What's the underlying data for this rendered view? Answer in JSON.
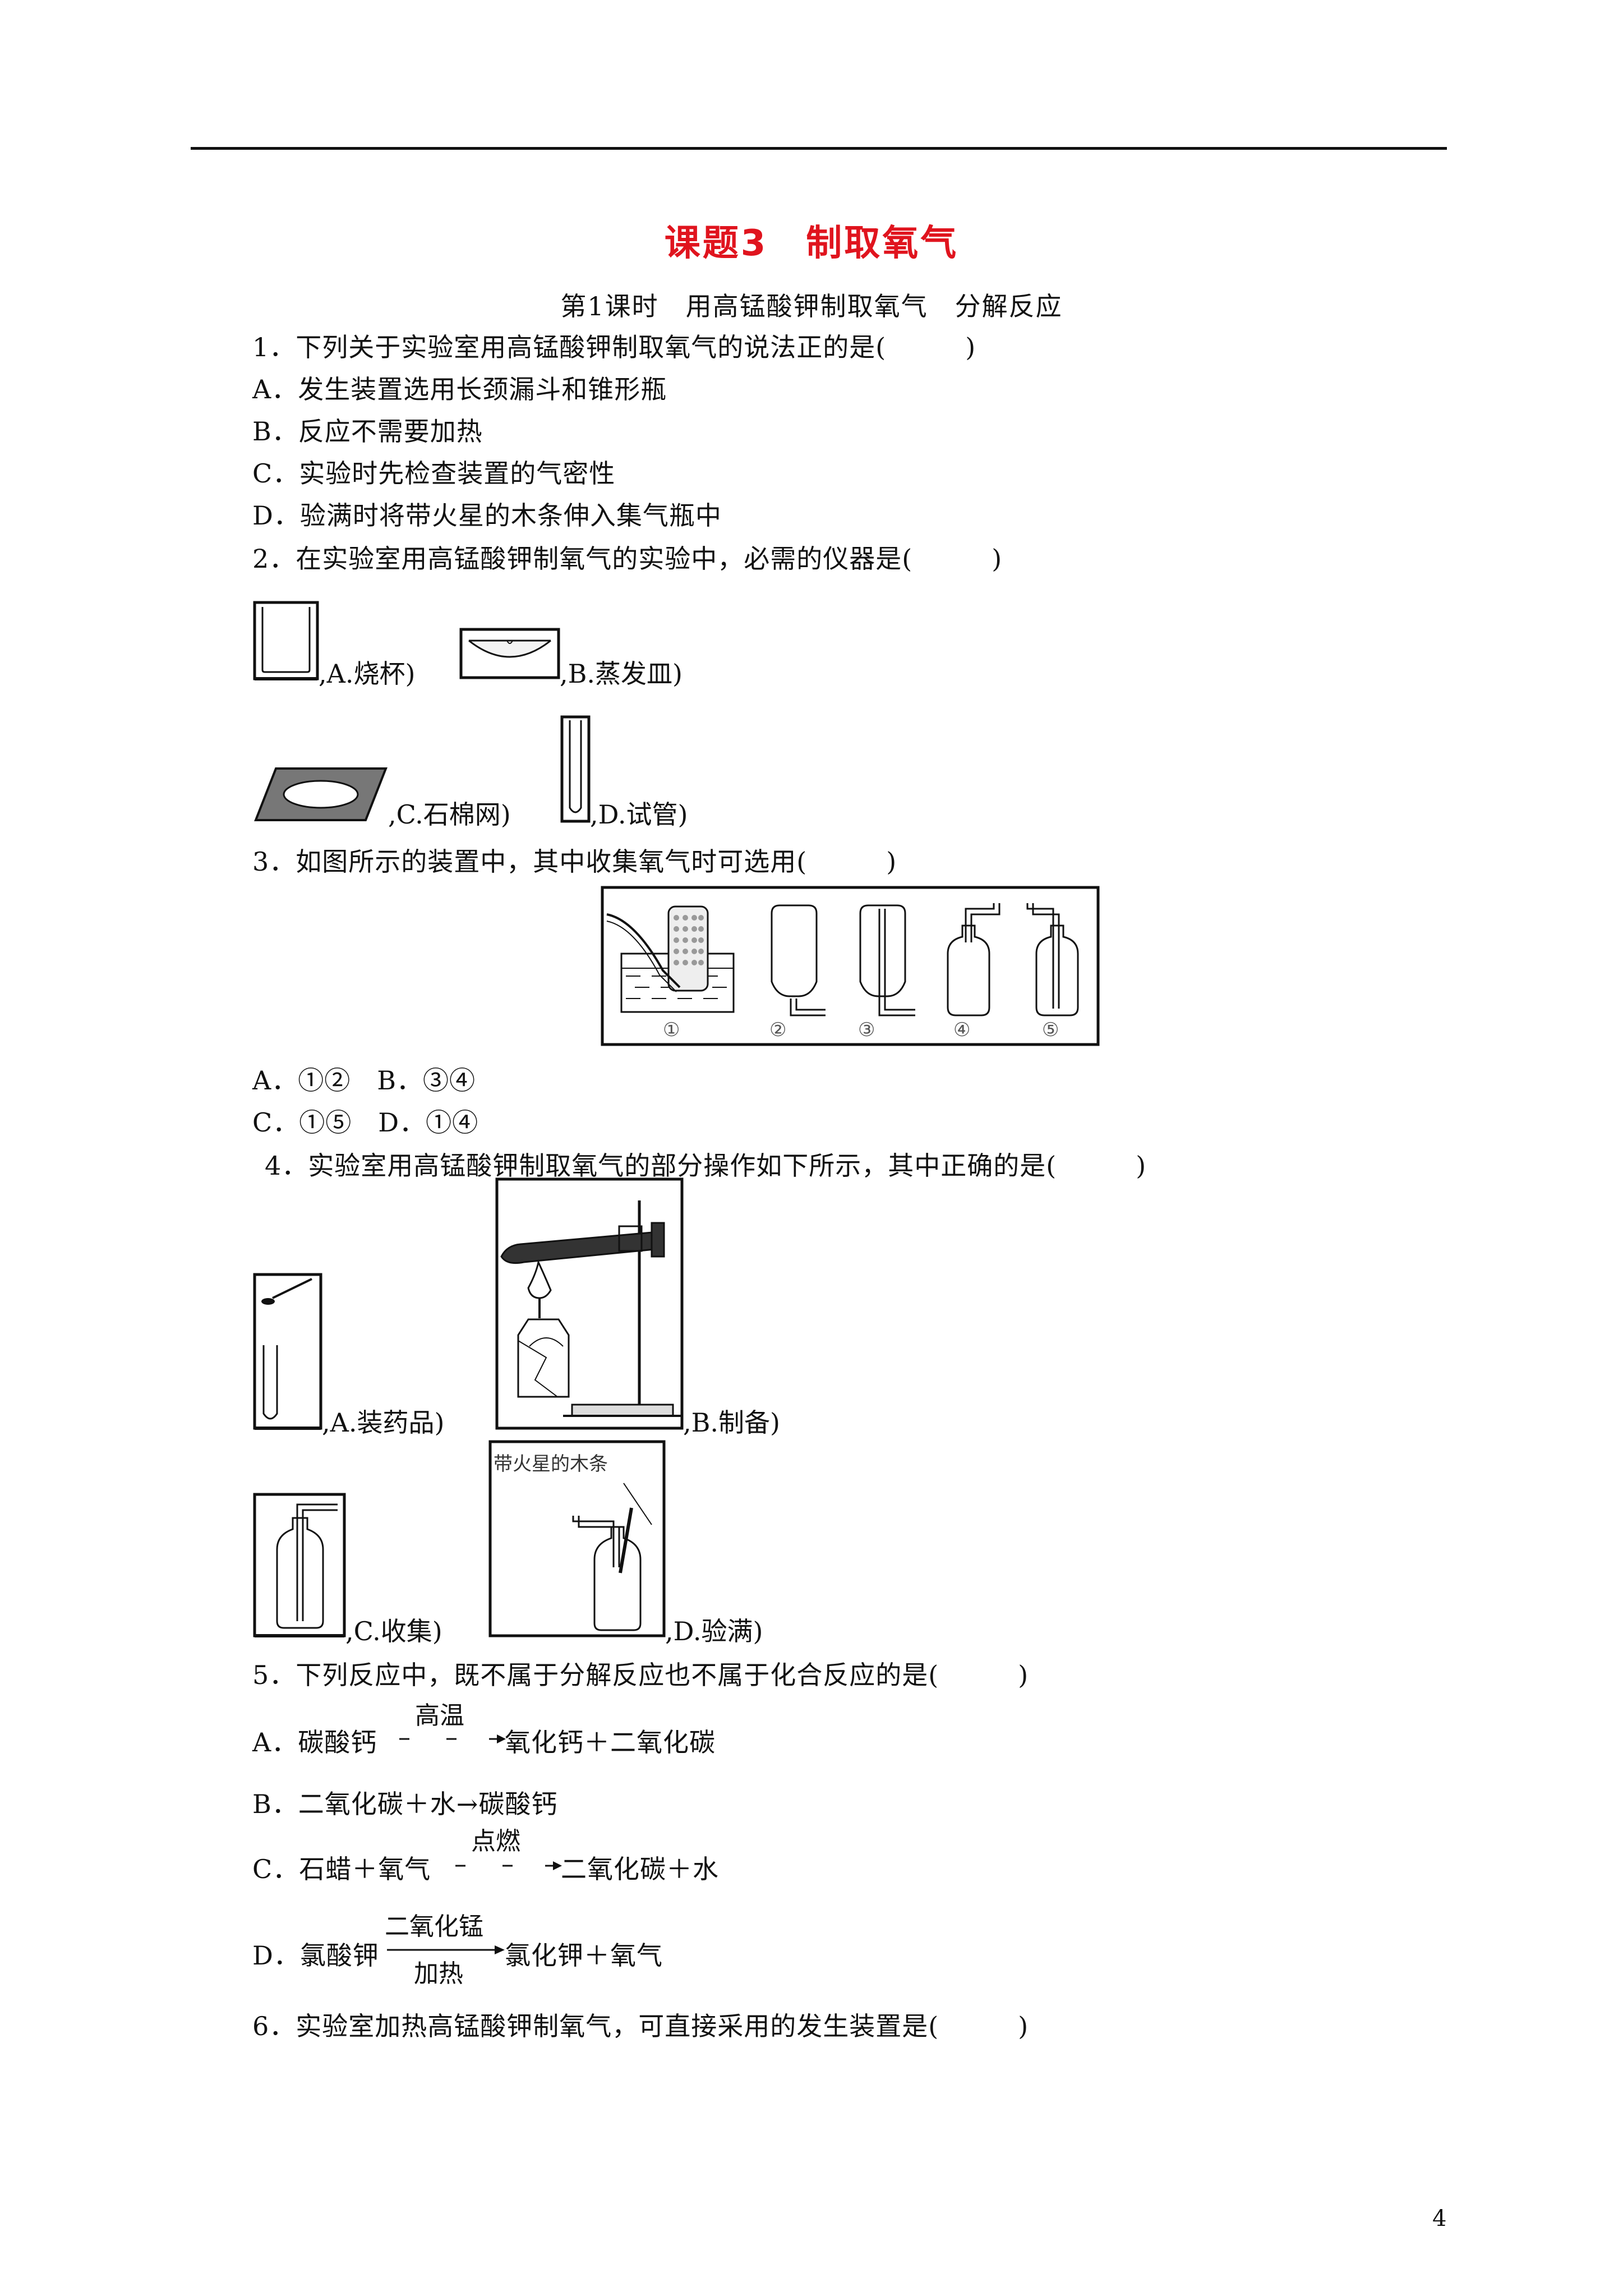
{
  "header": {
    "title": "课题3　制取氧气",
    "subtitle": "第1课时　用高锰酸钾制取氧气　分解反应"
  },
  "q1": {
    "stem": "1．下列关于实验室用高锰酸钾制取氧气的说法正的是(　　　)",
    "a": "A．发生装置选用长颈漏斗和锥形瓶",
    "b": "B．反应不需要加热",
    "c": "C．实验时先检查装置的气密性",
    "d": "D．验满时将带火星的木条伸入集气瓶中"
  },
  "q2": {
    "stem": "2．在实验室用高锰酸钾制氧气的实验中，必需的仪器是(　　　)",
    "a": ",A.烧杯)",
    "b": ",B.蒸发皿)",
    "c": ",C.石棉网)",
    "d": ",D.试管)"
  },
  "q3": {
    "stem": "3．如图所示的装置中，其中收集氧气时可选用(　　　)",
    "labels": [
      "①",
      "②",
      "③",
      "④",
      "⑤"
    ],
    "ab": "A．①②　B．③④",
    "cd": "C．①⑤　D．①④"
  },
  "q4": {
    "stem": "4．实验室用高锰酸钾制取氧气的部分操作如下所示，其中正确的是(　　　)",
    "a": ",A.装药品)",
    "b": ",B.制备)",
    "c": ",C.收集)",
    "d": ",D.验满)",
    "d_label": "带火星的木条"
  },
  "q5": {
    "stem": "5．下列反应中，既不属于分解反应也不属于化合反应的是(　　　)",
    "a_left": "A．碳酸钙",
    "a_cond": "高温",
    "a_right": "氧化钙＋二氧化碳",
    "b": "B．二氧化碳＋水→碳酸钙",
    "c_left": "C．石蜡＋氧气",
    "c_cond": "点燃",
    "c_right": "二氧化碳＋水",
    "d_left": "D．氯酸钾",
    "d_cond_top": "二氧化锰",
    "d_cond_bottom": "加热",
    "d_right": "氯化钾＋氧气"
  },
  "q6": {
    "stem": "6．实验室加热高锰酸钾制氧气，可直接采用的发生装置是(　　　)"
  },
  "footer": {
    "page": "4"
  }
}
